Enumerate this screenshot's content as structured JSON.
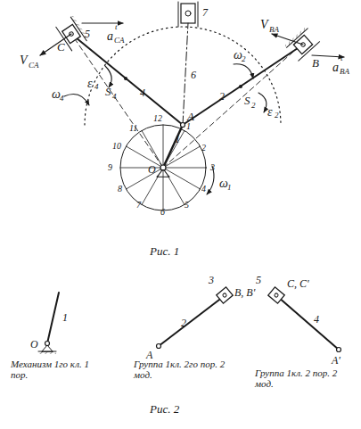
{
  "diagram": {
    "labels": [
      "C",
      "5",
      "a",
      "t",
      "CA",
      "V",
      "CA",
      "ε",
      "4",
      "ω",
      "4",
      "4",
      "S",
      "4",
      "B",
      "V",
      "BA",
      "a",
      "t",
      "BA",
      "ω",
      "2",
      "2",
      "S",
      "2",
      "ε",
      "2",
      "7",
      "6",
      "A",
      "1",
      "O",
      "ω",
      "1",
      "1",
      "2",
      "3",
      "4",
      "5",
      "6",
      "7",
      "8",
      "9",
      "10",
      "11",
      "12",
      "Рис. 1",
      "1",
      "O",
      "Механизм 1го кл. 1 пор.",
      "3",
      "B, B'",
      "2",
      "A",
      "Группа 1кл. 2го пор. 2 мод.",
      "5",
      "C, C'",
      "4",
      "A'",
      "Группа 1кл. 2 пор. 2 мод.",
      "Рис. 2"
    ]
  }
}
